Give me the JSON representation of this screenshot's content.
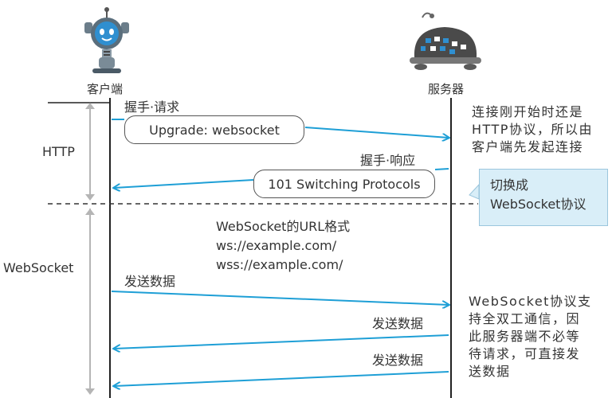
{
  "client": {
    "label": "客户端",
    "icon": "robot-icon"
  },
  "server": {
    "label": "服务器",
    "icon": "server-robot-icon"
  },
  "phases": {
    "http": "HTTP",
    "websocket": "WebSocket"
  },
  "handshake_request": {
    "label": "握手·请求",
    "pill": "Upgrade: websocket"
  },
  "handshake_response": {
    "label": "握手·响应",
    "pill": "101 Switching Protocols"
  },
  "note_http": [
    "连接刚开始时还是",
    "HTTP协议，所以由",
    "客户端先发起连接"
  ],
  "callout": [
    "切换成",
    "WebSocket协议"
  ],
  "url_format": {
    "title": "WebSocket的URL格式",
    "ws": "ws://example.com/",
    "wss": "wss://example.com/"
  },
  "messages": {
    "client_send": "发送数据",
    "server_send_1": "发送数据",
    "server_send_2": "发送数据"
  },
  "note_ws": [
    "WebSocket协议支",
    "持全双工通信，因",
    "此服务器端不必等",
    "待请求，可直接发",
    "送数据"
  ],
  "colors": {
    "arrow": "#1e9fd6",
    "line": "#222222",
    "axis": "#aaaaaa",
    "callout_bg": "#d9eef8"
  }
}
